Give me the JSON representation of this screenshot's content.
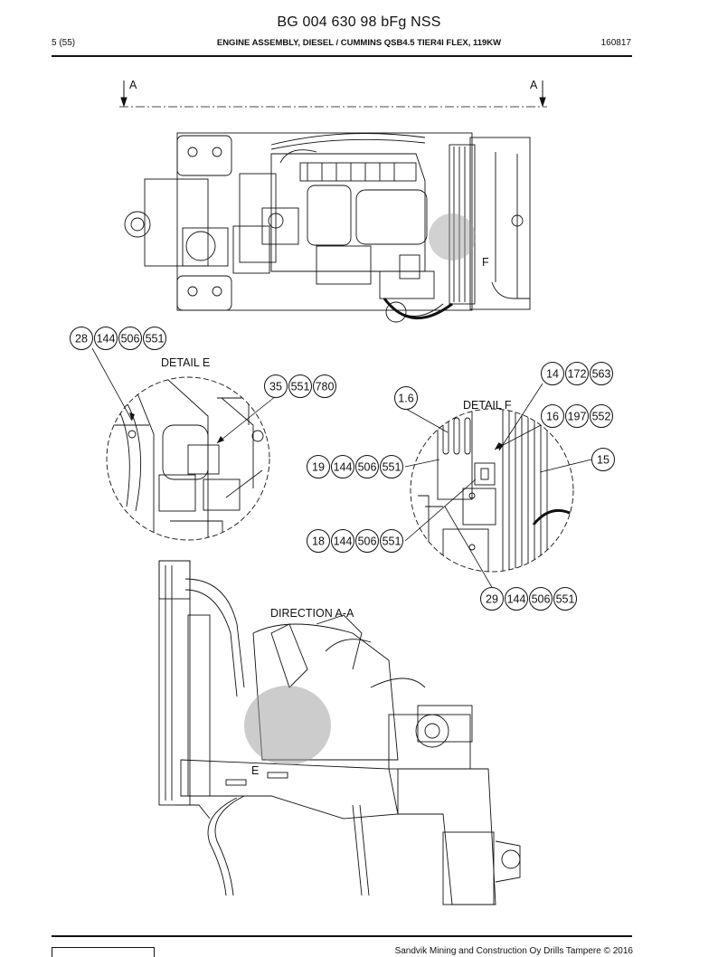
{
  "header": {
    "doc_title": "BG 004 630 98 bFg NSS",
    "page": "5 (55)",
    "sheet_title": "ENGINE ASSEMBLY, DIESEL / CUMMINS QSB4.5 TIER4I FLEX, 119KW",
    "date_code": "160817"
  },
  "labels": {
    "section_a_left": "A",
    "section_a_right": "A",
    "detail_e": "DETAIL E",
    "detail_f": "DETAIL F",
    "direction_aa": "DIRECTION A-A",
    "marker_e": "E",
    "marker_f": "F"
  },
  "callouts": [
    {
      "id": "c28",
      "items": [
        "28",
        "144",
        "506",
        "551"
      ]
    },
    {
      "id": "c35",
      "items": [
        "35",
        "551",
        "780"
      ]
    },
    {
      "id": "c1_6",
      "items": [
        "1.6"
      ]
    },
    {
      "id": "c14",
      "items": [
        "14",
        "172",
        "563"
      ]
    },
    {
      "id": "c16",
      "items": [
        "16",
        "197",
        "552"
      ]
    },
    {
      "id": "c15",
      "items": [
        "15"
      ]
    },
    {
      "id": "c19",
      "items": [
        "19",
        "144",
        "506",
        "551"
      ]
    },
    {
      "id": "c18",
      "items": [
        "18",
        "144",
        "506",
        "551"
      ]
    },
    {
      "id": "c29",
      "items": [
        "29",
        "144",
        "506",
        "551"
      ]
    }
  ],
  "footer": {
    "copyright": "Sandvik Mining and Construction Oy Drills Tampere © 2016"
  }
}
